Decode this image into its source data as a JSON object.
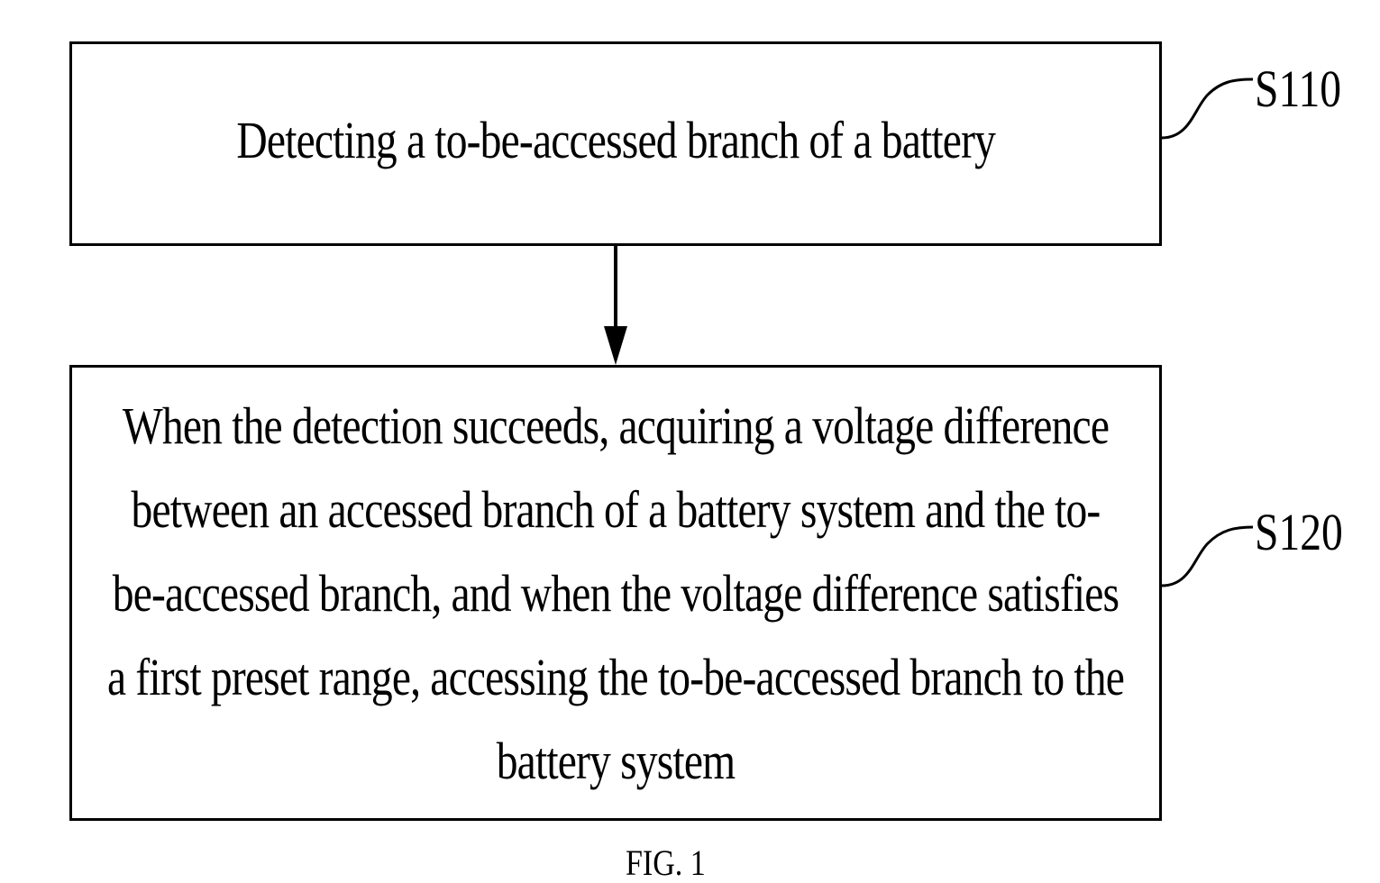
{
  "steps": [
    {
      "text": "Detecting a to-be-accessed branch of a battery",
      "label": "S110"
    },
    {
      "text": "When the detection succeeds, acquiring a voltage difference between an accessed branch of a battery system and the to-be-accessed branch, and when the voltage difference satisfies a first preset range, accessing the to-be-accessed branch to the battery system",
      "label": "S120"
    }
  ],
  "caption": "FIG. 1"
}
